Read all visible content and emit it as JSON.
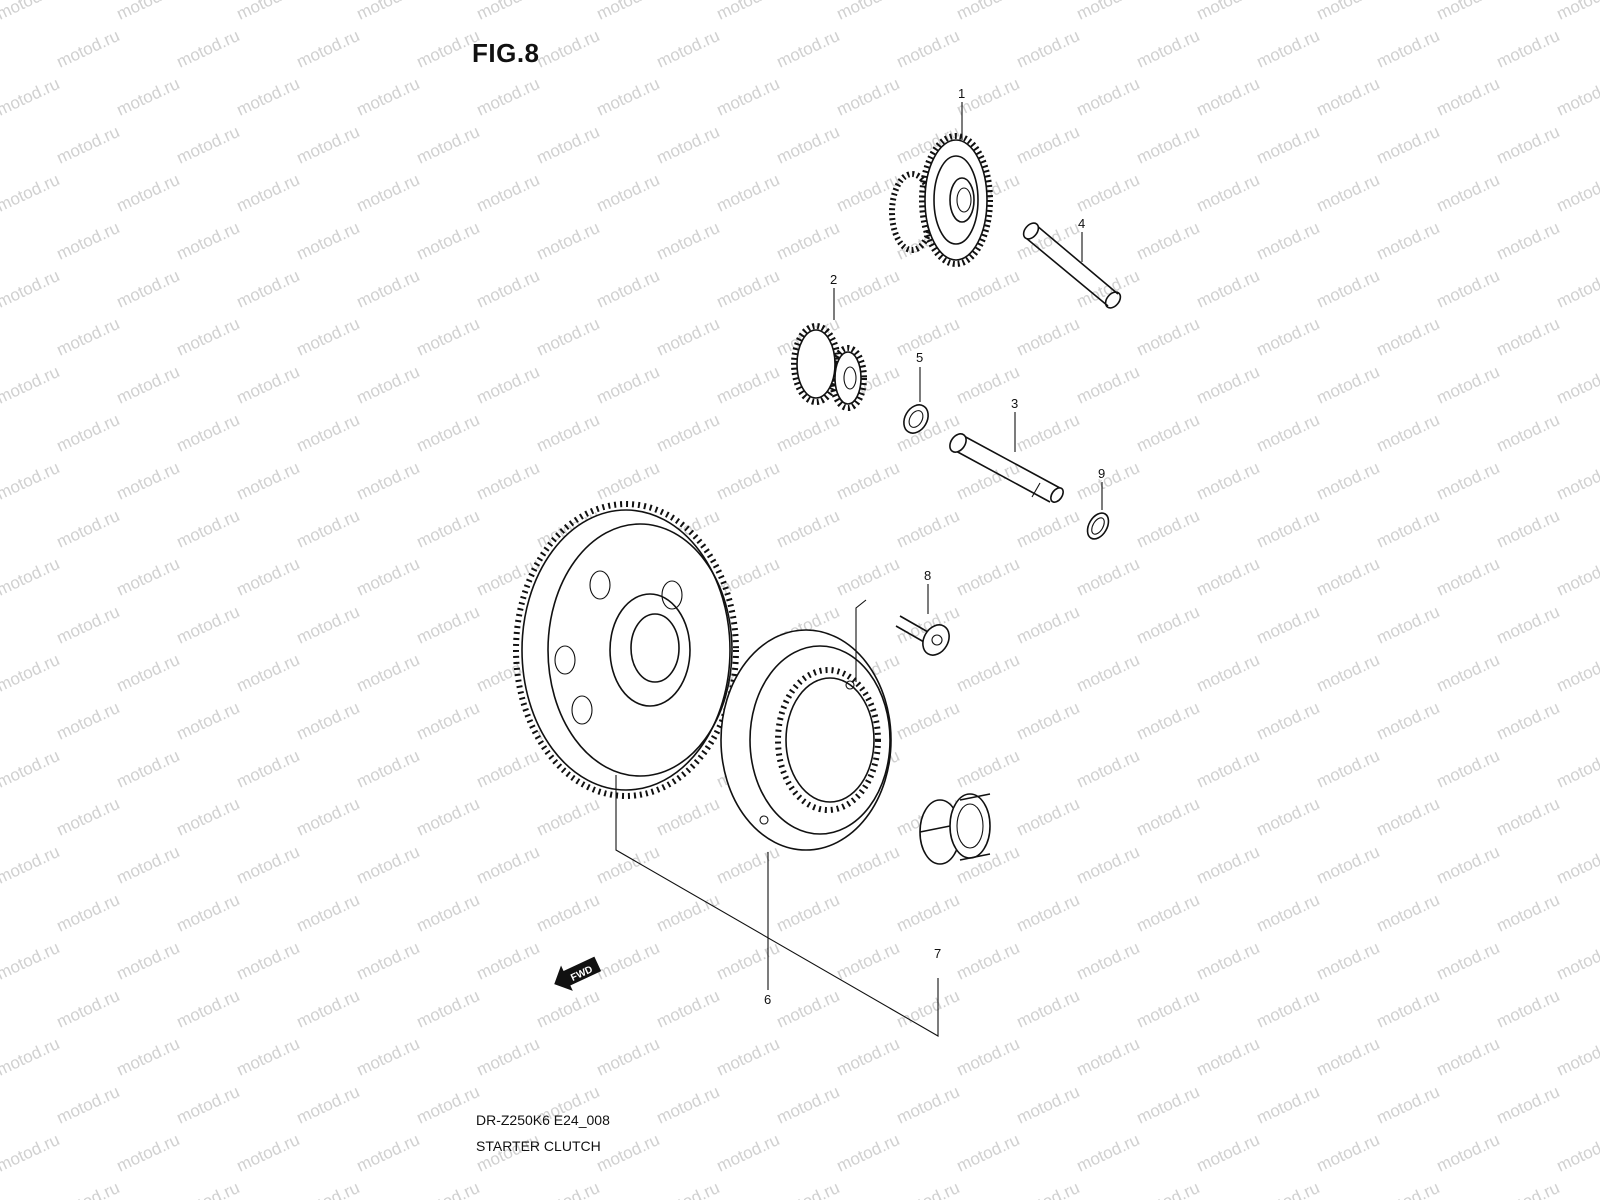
{
  "figure": {
    "title": "FIG.8",
    "model_code": "DR-Z250K6 E24_008",
    "assembly_name": "STARTER CLUTCH"
  },
  "watermark": {
    "text": "motod.ru",
    "color": "#d0d0d0"
  },
  "callouts": [
    {
      "id": "1",
      "label": "1"
    },
    {
      "id": "2",
      "label": "2"
    },
    {
      "id": "3",
      "label": "3"
    },
    {
      "id": "4",
      "label": "4"
    },
    {
      "id": "5",
      "label": "5"
    },
    {
      "id": "6",
      "label": "6"
    },
    {
      "id": "7",
      "label": "7"
    },
    {
      "id": "8",
      "label": "8"
    },
    {
      "id": "9",
      "label": "9"
    }
  ],
  "direction_marker": {
    "label": "FWD",
    "icon": "arrow-left-icon"
  }
}
